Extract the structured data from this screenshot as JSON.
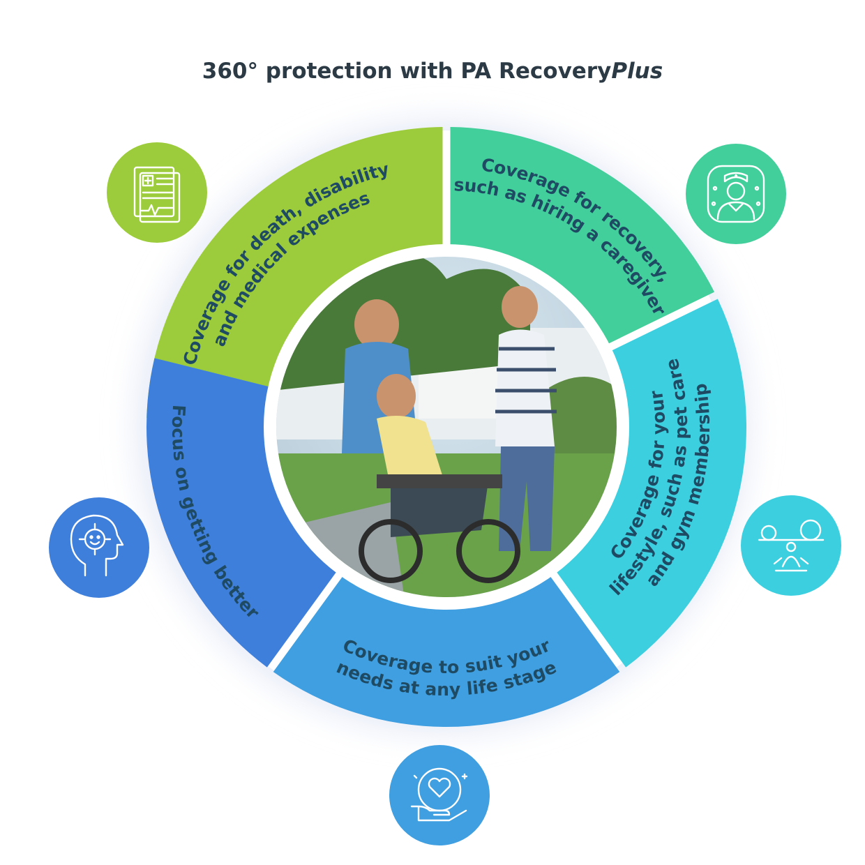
{
  "title": {
    "main": "360° protection with PA Recovery",
    "italic": "Plus"
  },
  "segments": [
    {
      "id": "death-disability",
      "lines": [
        "Coverage for death, disability",
        "and medical expenses"
      ],
      "color": "#9ccc3c",
      "icon": "medical-report-icon"
    },
    {
      "id": "recovery",
      "lines": [
        "Coverage for recovery,",
        "such as hiring a caregiver"
      ],
      "color": "#43cf9c",
      "icon": "nurse-icon"
    },
    {
      "id": "lifestyle",
      "lines": [
        "Coverage for your",
        "lifestyle, such as pet care",
        "and gym membership"
      ],
      "color": "#3ccfdf",
      "icon": "balance-meditation-icon"
    },
    {
      "id": "life-stage",
      "lines": [
        "Coverage to suit your",
        "needs at any life stage"
      ],
      "color": "#3f9fe0",
      "icon": "heart-in-hand-icon"
    },
    {
      "id": "getting-better",
      "lines": [
        "Focus on getting better"
      ],
      "color": "#3f7fdc",
      "icon": "happy-mind-icon"
    }
  ]
}
